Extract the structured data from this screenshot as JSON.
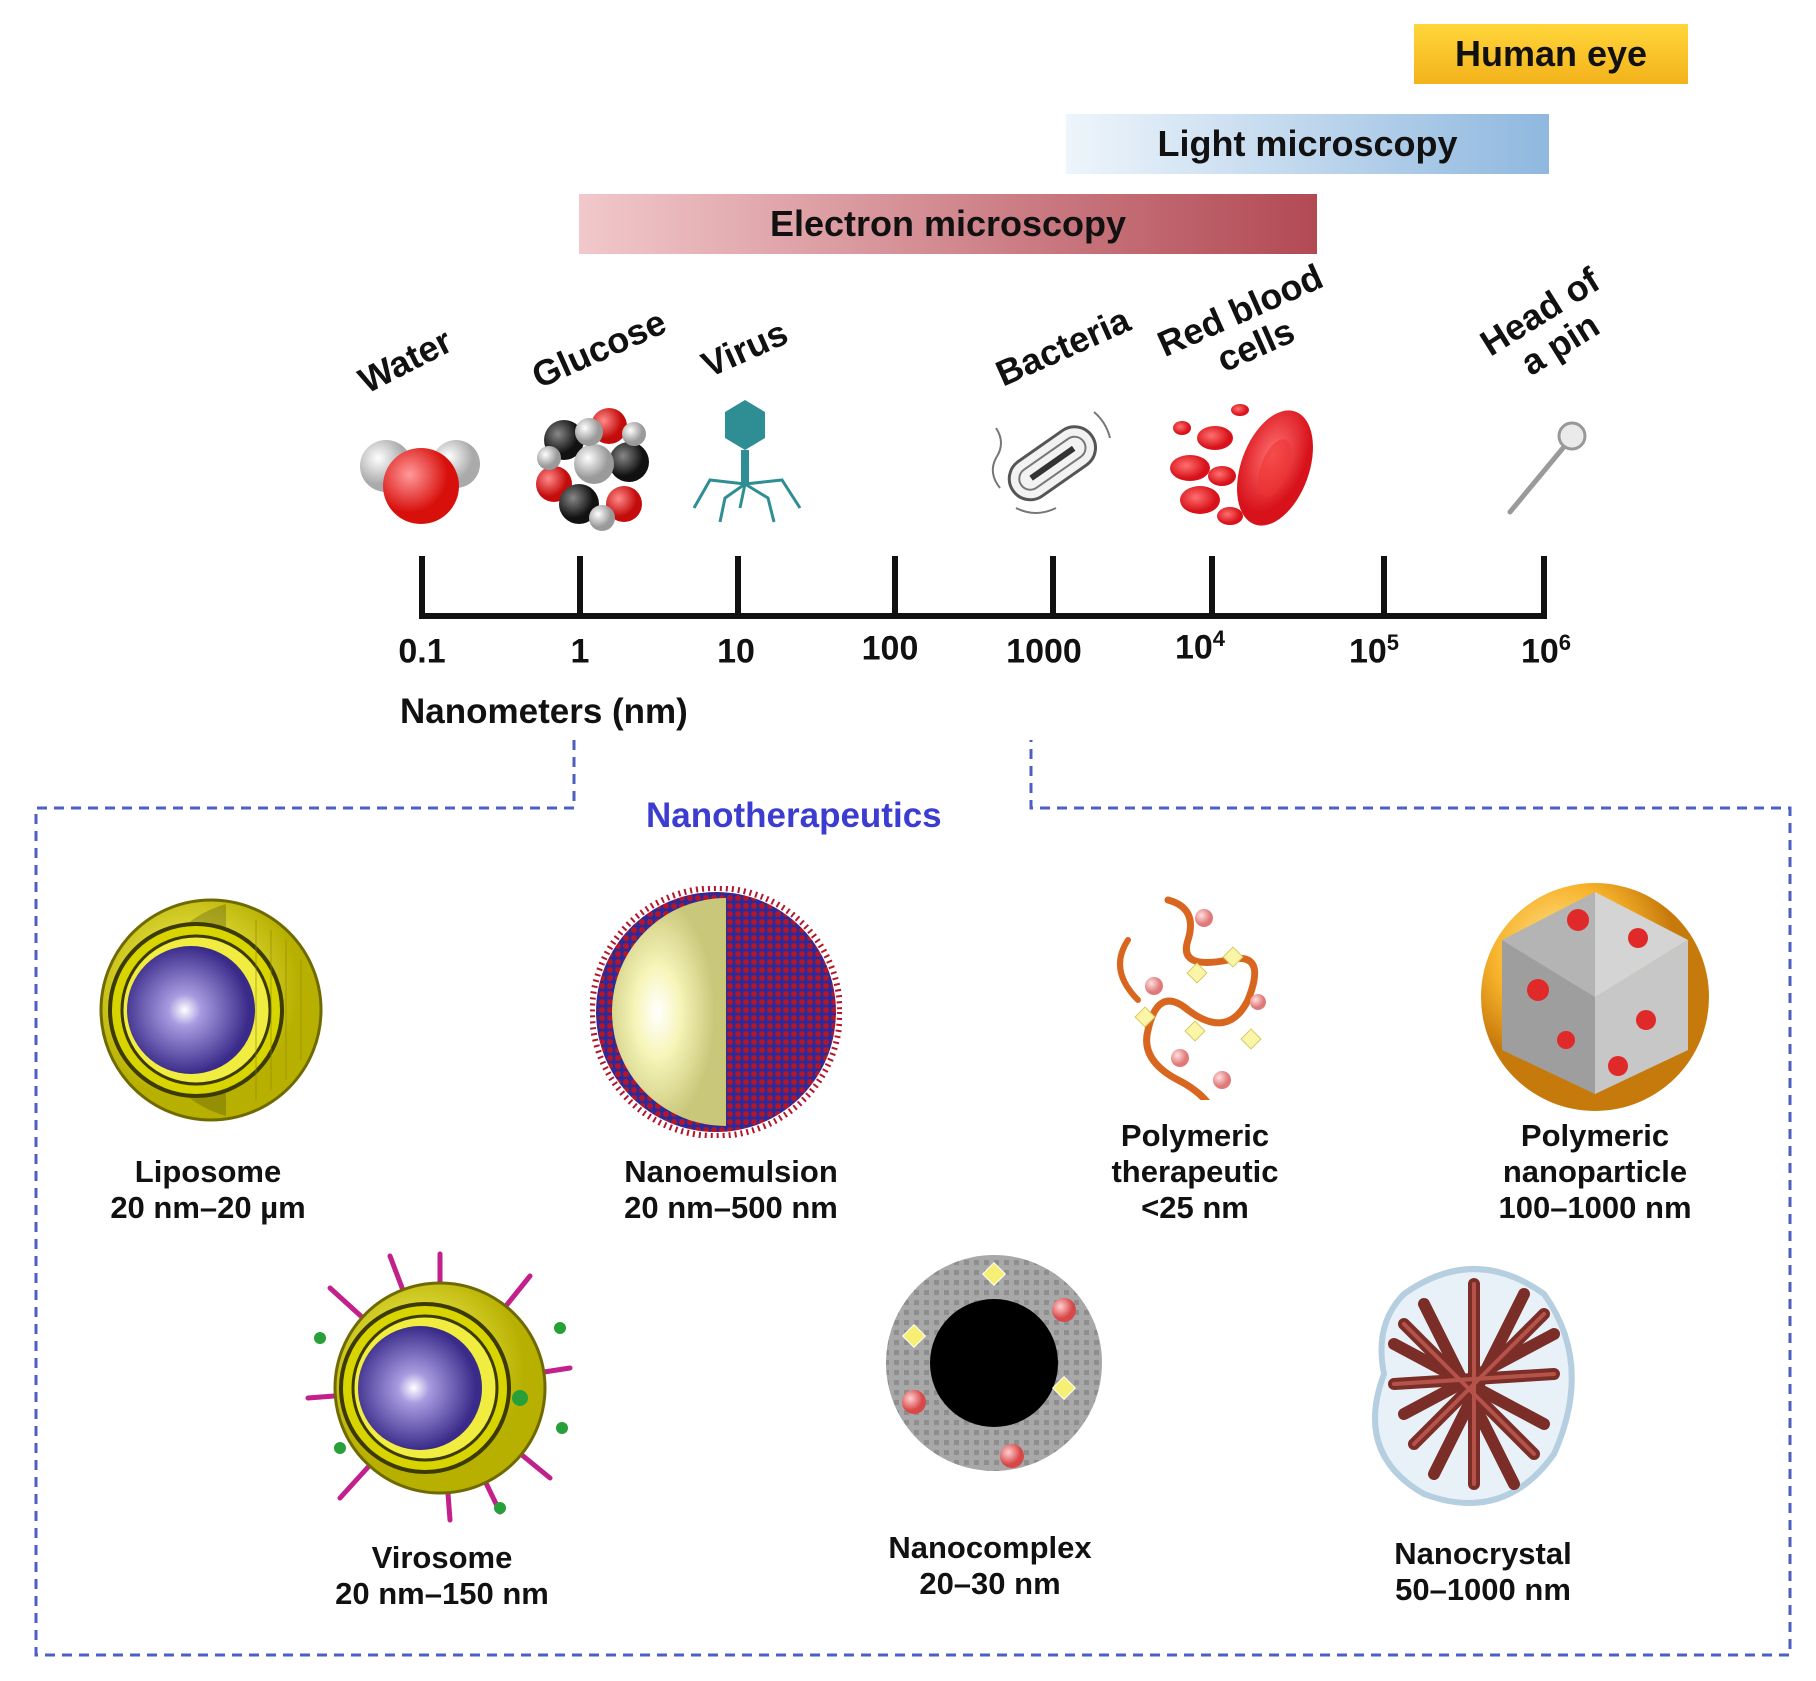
{
  "bands": {
    "human_eye": "Human eye",
    "light_microscopy": "Light microscopy",
    "electron_microscopy": "Electron microscopy"
  },
  "objects": {
    "water": "Water",
    "glucose": "Glucose",
    "virus": "Virus",
    "bacteria": "Bacteria",
    "rbc_line1": "Red blood",
    "rbc_line2": "cells",
    "pin_line1": "Head of",
    "pin_line2": "a pin"
  },
  "scale": {
    "ticks": [
      "0.1",
      "1",
      "10",
      "100",
      "1000",
      "10",
      "10",
      "10"
    ],
    "tick_exponents": [
      "",
      "",
      "",
      "",
      "",
      "4",
      "5",
      "6"
    ],
    "unit": "Nanometers (nm)"
  },
  "nanotherapeutics": {
    "title": "Nanotherapeutics",
    "liposome": {
      "name": "Liposome",
      "size": "20 nm–20 µm"
    },
    "nanoemulsion": {
      "name": "Nanoemulsion",
      "size": "20 nm–500 nm"
    },
    "polymeric_therapeutic": {
      "name1": "Polymeric",
      "name2": "therapeutic",
      "size": "<25 nm"
    },
    "polymeric_nanoparticle": {
      "name1": "Polymeric",
      "name2": "nanoparticle",
      "size": "100–1000 nm"
    },
    "virosome": {
      "name": "Virosome",
      "size": "20 nm–150 nm"
    },
    "nanocomplex": {
      "name": "Nanocomplex",
      "size": "20–30 nm"
    },
    "nanocrystal": {
      "name": "Nanocrystal",
      "size": "50–1000 nm"
    }
  }
}
